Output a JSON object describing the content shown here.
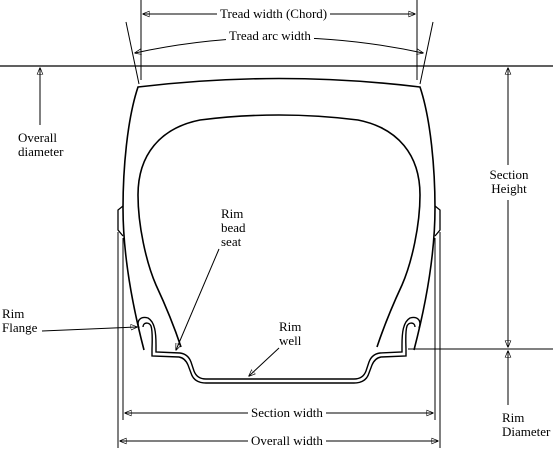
{
  "labels": {
    "tread_width_chord": "Tread width (Chord)",
    "tread_arc_width": "Tread arc width",
    "overall_diameter": [
      "Overall",
      "diameter"
    ],
    "section_height": [
      "Section",
      "Height"
    ],
    "rim_bead_seat": [
      "Rim",
      "bead",
      "seat"
    ],
    "rim_flange": [
      "Rim",
      "Flange"
    ],
    "rim_well": [
      "Rim",
      "well"
    ],
    "section_width": "Section width",
    "overall_width": "Overall width",
    "rim_diameter": [
      "Rim",
      "Diameter"
    ]
  },
  "colors": {
    "stroke": "#000000",
    "background": "#ffffff"
  }
}
